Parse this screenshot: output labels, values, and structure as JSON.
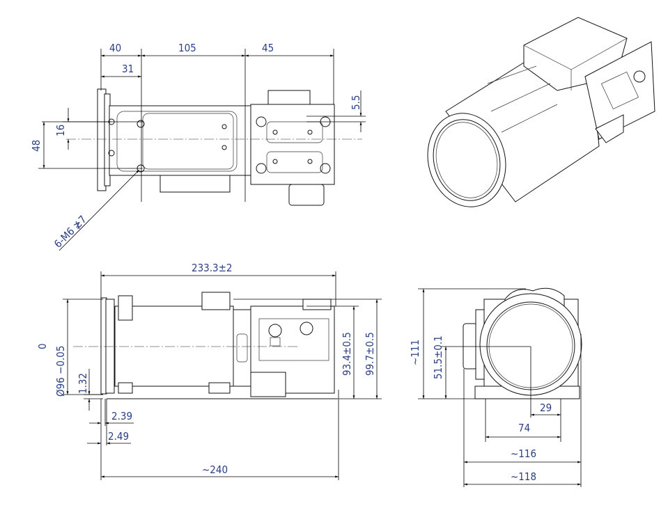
{
  "top_view": {
    "dim_40": "40",
    "dim_105": "105",
    "dim_45": "45",
    "dim_31": "31",
    "dim_5_5": "5.5",
    "dim_16": "16",
    "dim_48": "48",
    "hole_note": "6-M6 ≵7"
  },
  "side_view": {
    "dim_length": "233.3±2",
    "dim_diameter_tol_upper": "0",
    "dim_diameter": "Ø96 −0.05",
    "dim_1_32": "1.32",
    "dim_2_39": "2.39",
    "dim_2_49": "2.49",
    "dim_total": "~240",
    "dim_93_4": "93.4±0.5",
    "dim_99_7": "99.7±0.5"
  },
  "front_view": {
    "dim_height": "~111",
    "dim_axis": "51.5±0.1",
    "dim_29": "29",
    "dim_74": "74",
    "dim_116": "~116",
    "dim_118": "~118"
  },
  "colors": {
    "dimension_text": "#2b3f86",
    "lines": "#111111"
  }
}
